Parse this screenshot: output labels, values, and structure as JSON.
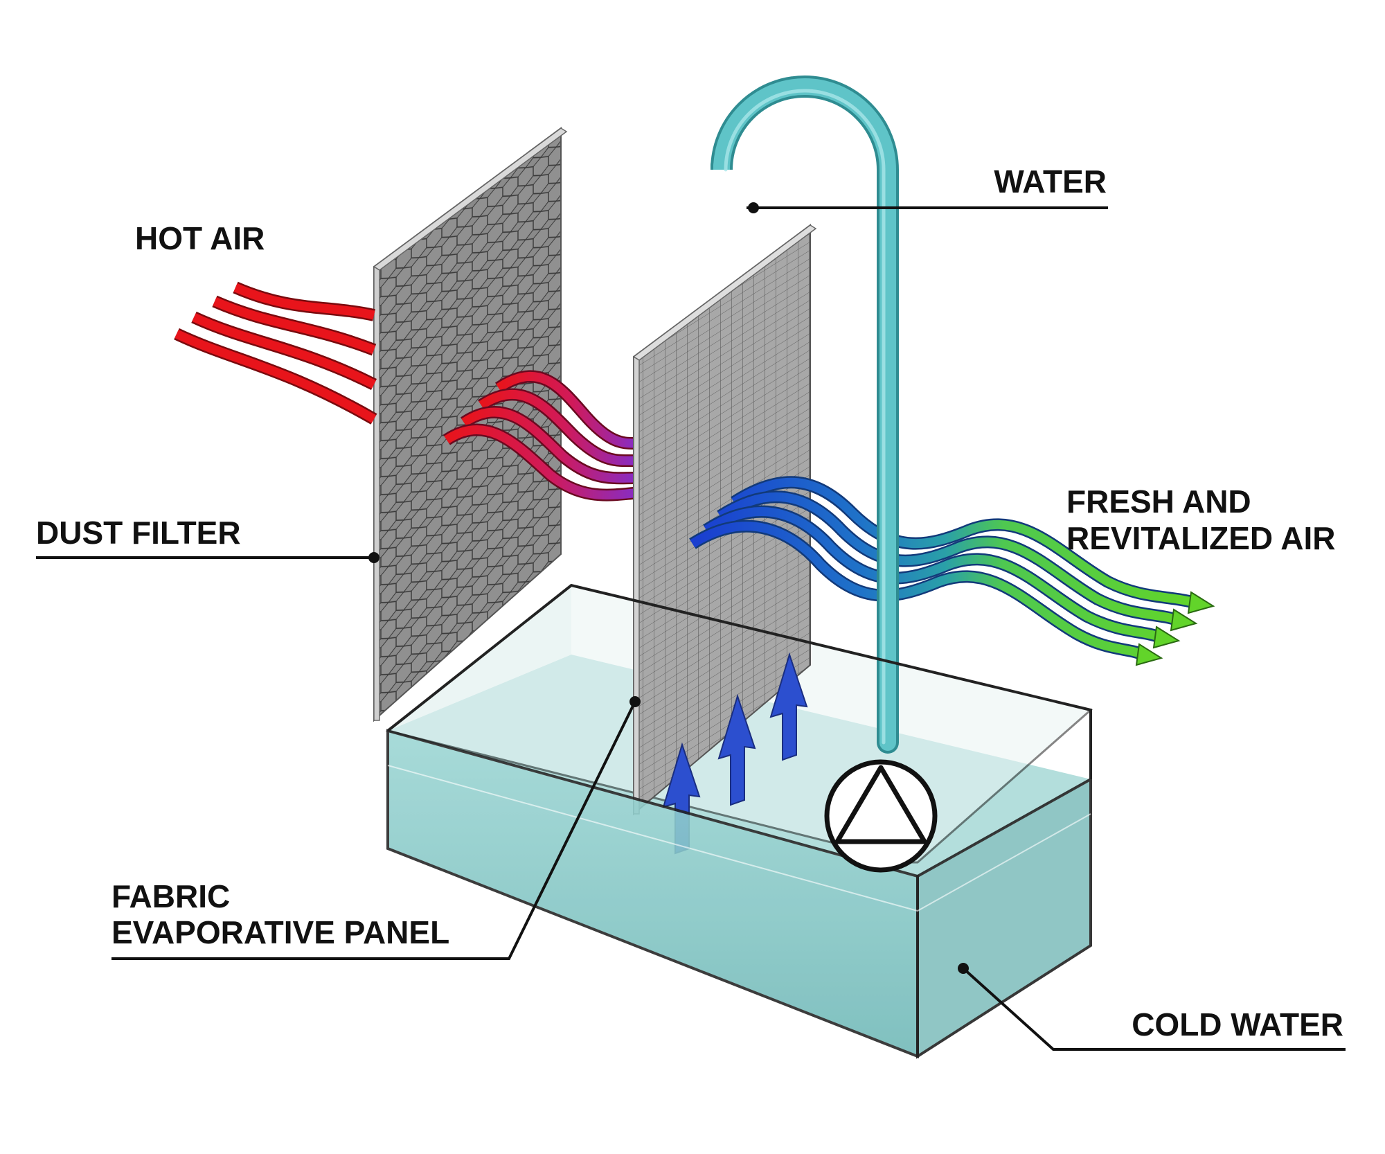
{
  "labels": {
    "hot_air": "HOT AIR",
    "water": "WATER",
    "dust_filter": "DUST FILTER",
    "fresh_air_line1": "FRESH AND",
    "fresh_air_line2": "REVITALIZED AIR",
    "fabric_line1": "FABRIC",
    "fabric_line2": "EVAPORATIVE PANEL",
    "cold_water": "COLD WATER"
  },
  "colors": {
    "hot_air": "#e8141b",
    "cooled_air": "#1f4fd0",
    "fresh_air": "#5fd32c",
    "water_pipe": "#5fc4c8",
    "water_tank": "#7ec7c7",
    "filter_panel": "#8c8c8c",
    "fabric_panel": "#a9a9a9",
    "rising_arrows": "#2c4fcf",
    "leader_lines": "#111111"
  },
  "icons": {
    "pump": "pump-symbol-icon",
    "rising_vapor": "arrow-up-icon"
  }
}
